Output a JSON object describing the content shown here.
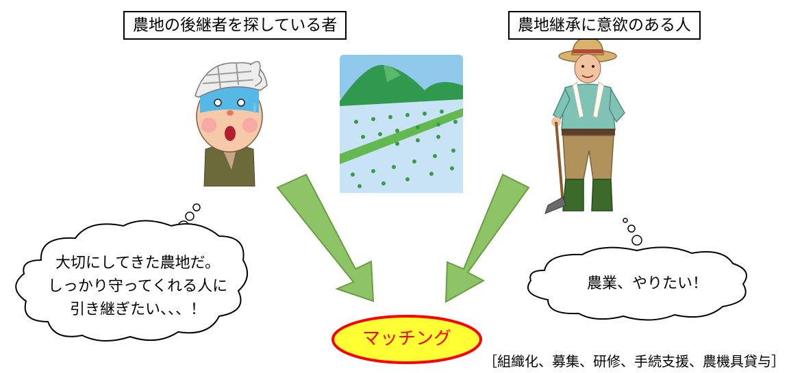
{
  "labels": {
    "left_title": "農地の後継者を探している者",
    "right_title": "農地継承に意欲のある人"
  },
  "thoughts": {
    "left_line1": "大切にしてきた農地だ。",
    "left_line2": "しっかり守ってくれる人に",
    "left_line3": "引き継ぎたい、、、！",
    "right_line1": "農業、やりたい！"
  },
  "center": {
    "matching_label": "マッチング",
    "services_note": "［組織化、募集、研修、手続支援、農機具貸与］"
  },
  "colors": {
    "arrow_fill": "#8cc466",
    "arrow_stroke": "#6a9d43",
    "ellipse_fill": "#ffff33",
    "ellipse_stroke": "#ff0000",
    "matching_text": "#ff0000"
  },
  "icons": {
    "left_person": "elderly-farmer-worried-illustration",
    "center_image": "rice-paddy-mountain-illustration",
    "right_person": "young-farmer-with-hoe-illustration"
  }
}
